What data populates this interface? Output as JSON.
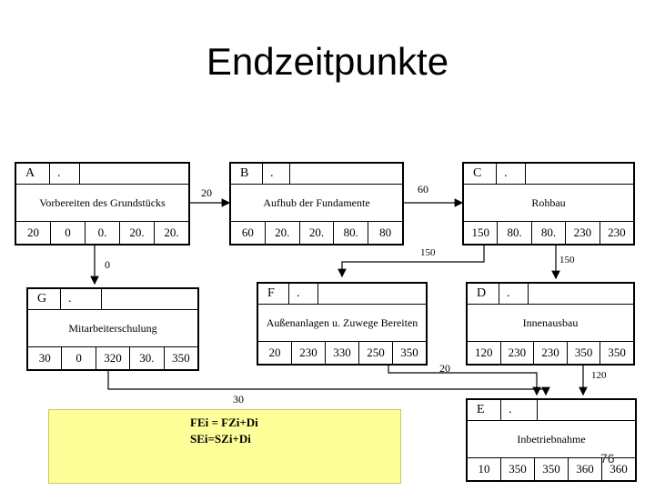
{
  "title": "Endzeitpunkte",
  "nodes": [
    {
      "id": "A",
      "dot": ".",
      "name": "Vorbereiten des Grundstücks",
      "values": [
        "20",
        "0",
        "0.",
        "20.",
        "20."
      ]
    },
    {
      "id": "B",
      "dot": ".",
      "name": "Aufhub der Fundamente",
      "values": [
        "60",
        "20.",
        "20.",
        "80.",
        "80"
      ]
    },
    {
      "id": "C",
      "dot": ".",
      "name": "Rohbau",
      "values": [
        "150",
        "80.",
        "80.",
        "230",
        "230"
      ]
    },
    {
      "id": "G",
      "dot": ".",
      "name": "Mitarbeiterschulung",
      "values": [
        "30",
        "0",
        "320",
        "30.",
        "350"
      ]
    },
    {
      "id": "F",
      "dot": ".",
      "name": "Außenanlagen u. Zuwege Bereiten",
      "values": [
        "20",
        "230",
        "330",
        "250",
        "350"
      ]
    },
    {
      "id": "D",
      "dot": ".",
      "name": "Innenausbau",
      "values": [
        "120",
        "230",
        "230",
        "350",
        "350"
      ]
    },
    {
      "id": "E",
      "dot": ".",
      "name": "Inbetriebnahme",
      "values": [
        "10",
        "350",
        "350",
        "360",
        "360"
      ]
    }
  ],
  "edge_labels": {
    "ab": "20",
    "bc": "60",
    "ag": "0",
    "cf": "150",
    "cd": "150",
    "fe": "20",
    "de": "120",
    "ge": "30"
  },
  "formula": {
    "line1": "FEi = FZi+Di",
    "line2": "SEi=SZi+Di"
  },
  "page_number": "76"
}
